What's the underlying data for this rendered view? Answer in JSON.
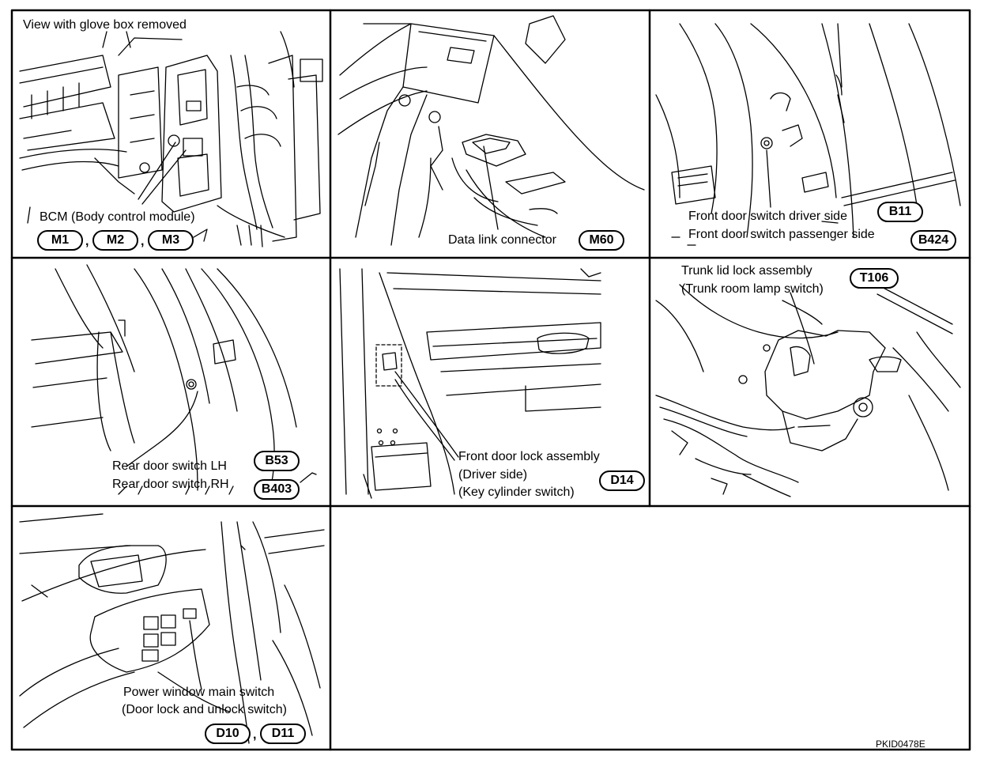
{
  "panels": [
    {
      "id": "bcm",
      "caption": "View with glove box removed",
      "label": "BCM (Body control module)",
      "connectors": [
        "M1",
        "M2",
        "M3"
      ]
    },
    {
      "id": "dlc",
      "label": "Data link connector",
      "connectors": [
        "M60"
      ]
    },
    {
      "id": "front-door-switch",
      "labels": [
        "Front door switch driver side",
        "Front door switch passenger side"
      ],
      "connectors": [
        "B11",
        "B424"
      ]
    },
    {
      "id": "rear-door-switch",
      "labels": [
        "Rear door switch LH",
        "Rear door switch RH"
      ],
      "connectors": [
        "B53",
        "B403"
      ]
    },
    {
      "id": "front-door-lock",
      "labels": [
        "Front door lock assembly",
        "(Driver side)",
        "(Key cylinder switch)"
      ],
      "connectors": [
        "D14"
      ]
    },
    {
      "id": "trunk-lid",
      "labels": [
        "Trunk lid lock assembly",
        "(Trunk room lamp switch)"
      ],
      "connectors": [
        "T106"
      ]
    },
    {
      "id": "power-window",
      "labels": [
        "Power window main switch",
        "(Door lock and unlock switch)"
      ],
      "connectors": [
        "D10",
        "D11"
      ]
    }
  ],
  "figure_code": "PKID0478E"
}
